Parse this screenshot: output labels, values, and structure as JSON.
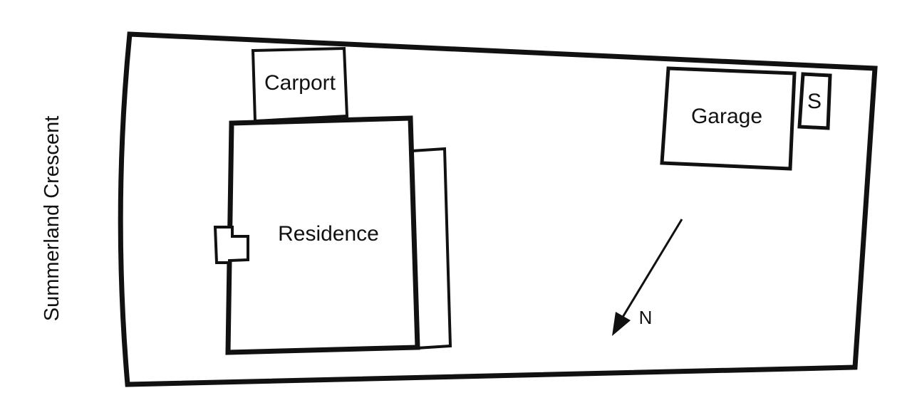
{
  "colors": {
    "line": "#111111",
    "background": "#ffffff"
  },
  "street": {
    "name": "Summerland Crescent"
  },
  "buildings": {
    "carport": "Carport",
    "residence": "Residence",
    "garage": "Garage",
    "shed": "S"
  },
  "north_arrow": {
    "label": "N"
  }
}
